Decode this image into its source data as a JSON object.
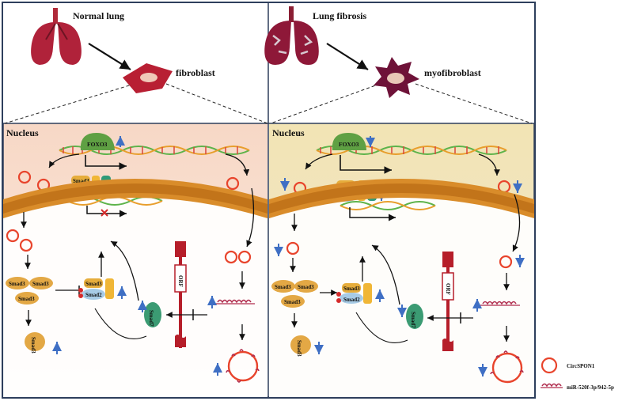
{
  "top": {
    "normal_label": "Normal lung",
    "fibrosis_label": "Lung fibrosis",
    "fibroblast_label": "fibroblast",
    "myofibroblast_label": "myofibroblast"
  },
  "panels": {
    "left_nucleus": "Nucleus",
    "right_nucleus": "Nucleus"
  },
  "proteins": {
    "foxo3": "FOXO3",
    "smad3": "Smad3",
    "smad2": "Smad2",
    "smad4": "Smad4",
    "smad7": "Smad7",
    "orf": "ORF"
  },
  "legend": {
    "circ_label": "CircSPON1",
    "mir_label": "miR-520f-3p/942-5p"
  },
  "colors": {
    "left_panel_bg": "#f7dccd",
    "right_panel_bg": "#f3e7c0",
    "membrane": "#d98c2a",
    "circ_red": "#e8442c",
    "arrow_blue": "#3f6fc4",
    "frame": "#2e3f5c"
  }
}
